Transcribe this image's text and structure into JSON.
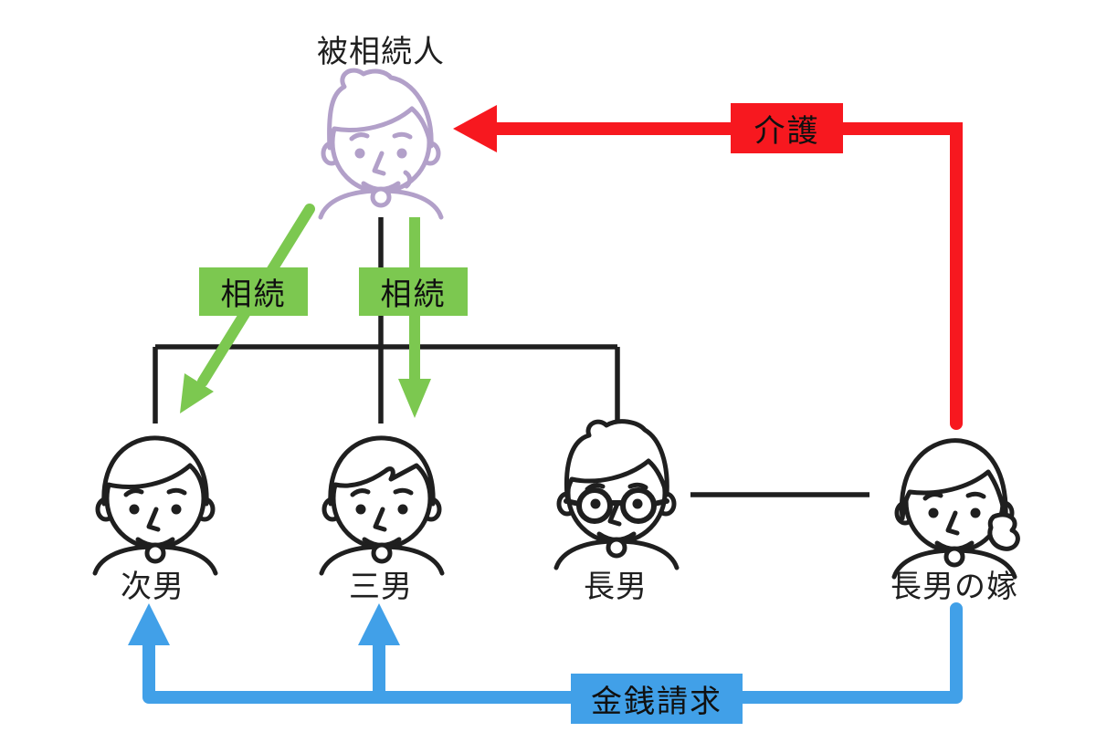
{
  "colors": {
    "red": "#f7181f",
    "green": "#7cc850",
    "blue": "#41a0e8",
    "purple": "#b2a0c9",
    "ink": "#1f1f1f"
  },
  "nodes": {
    "decedent": "被相続人",
    "second_son": "次男",
    "third_son": "三男",
    "eldest_son": "長男",
    "eldest_sons_wife": "長男の嫁"
  },
  "labels": {
    "care": "介護",
    "inheritance_left": "相続",
    "inheritance_right": "相続",
    "money_claim": "金銭請求"
  }
}
